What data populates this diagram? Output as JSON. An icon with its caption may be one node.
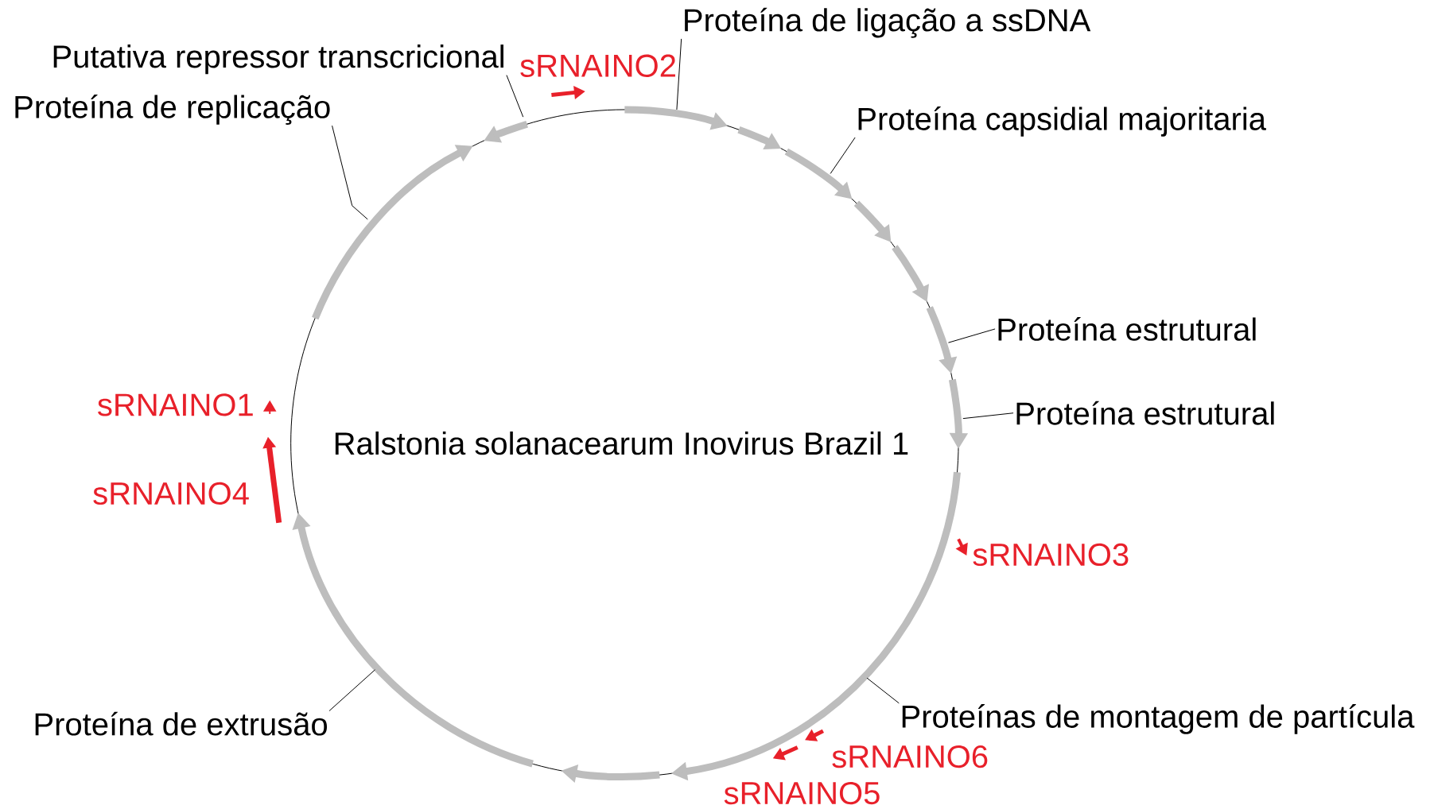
{
  "diagram": {
    "nodes": [
      {
        "text": [
          "Putativa repressor transcricional"
        ]
      },
      {
        "text": [
          "Proteína de ligação a ssDNA"
        ]
      },
      {
        "text": [
          "Proteína de replicação"
        ]
      },
      {
        "text": [
          "Proteína capsidial majoritaria"
        ]
      },
      {
        "text": [
          "Proteína estrutural"
        ]
      },
      {
        "text": [
          "Proteína estrutural"
        ]
      },
      {
        "text": [
          "Proteínas de montagem de partícula"
        ]
      },
      {
        "text": [
          "Proteína de extrusão"
        ]
      }
    ],
    "edges": [
      {
        "from": 0,
        "to": null,
        "arrow": "none"
      },
      {
        "from": 1,
        "to": null,
        "arrow": "none"
      },
      {
        "from": 2,
        "to": null,
        "arrow": "none"
      },
      {
        "from": 3,
        "to": null,
        "arrow": "none"
      },
      {
        "from": 4,
        "to": null,
        "arrow": "none"
      },
      {
        "from": 5,
        "to": null,
        "arrow": "none"
      },
      {
        "from": 6,
        "to": null,
        "arrow": "none"
      },
      {
        "from": 7,
        "to": null,
        "arrow": "none"
      }
    ],
    "labels": [
      "sRNAINO2",
      "sRNAINO1",
      "Ralstonia solanacearum Inovirus Brazil 1",
      "sRNAINO4",
      "sRNAINO3",
      "sRNAINO6",
      "sRNAINO5"
    ]
  }
}
